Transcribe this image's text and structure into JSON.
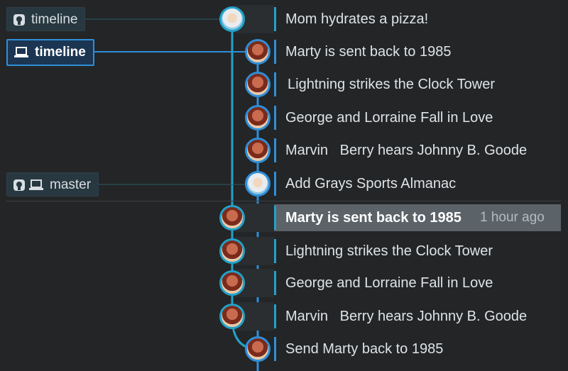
{
  "branches": [
    {
      "label": "timeline",
      "icons": [
        "github-icon"
      ],
      "state": "remote"
    },
    {
      "label": "timeline",
      "icons": [
        "laptop-icon"
      ],
      "state": "local-active"
    },
    {
      "label": "master",
      "icons": [
        "github-icon",
        "laptop-icon"
      ],
      "state": "local-and-remote"
    }
  ],
  "commits": [
    {
      "message": "Mom hydrates a pizza!",
      "avatar": "doc-avatar-icon",
      "lane": 0
    },
    {
      "message": "Marty is sent back to 1985",
      "avatar": "marty-avatar-icon",
      "lane": 1
    },
    {
      "message": "Lightning strikes the Clock Tower",
      "avatar": "marty-avatar-icon",
      "lane": 1
    },
    {
      "message": "George and Lorraine Fall in Love",
      "avatar": "marty-avatar-icon",
      "lane": 1
    },
    {
      "message": "Marvin   Berry hears Johnny B. Goode",
      "avatar": "marty-avatar-icon",
      "lane": 1
    },
    {
      "message": "Add Grays Sports Almanac",
      "avatar": "doc-avatar-icon",
      "lane": 1
    },
    {
      "message": "Marty is sent back to 1985",
      "avatar": "marty-avatar-icon",
      "lane": 0,
      "selected": true,
      "time": "1 hour ago"
    },
    {
      "message": "Lightning strikes the Clock Tower",
      "avatar": "marty-avatar-icon",
      "lane": 0
    },
    {
      "message": "George and Lorraine Fall in Love",
      "avatar": "marty-avatar-icon",
      "lane": 0
    },
    {
      "message": "Marvin   Berry hears Johnny B. Goode",
      "avatar": "marty-avatar-icon",
      "lane": 0
    },
    {
      "message": "Send Marty back to 1985",
      "avatar": "marty-avatar-icon",
      "lane": 1
    }
  ],
  "colors": {
    "background": "#232527",
    "lane_teal": "#23a2c9",
    "lane_blue": "#2f8fd8",
    "selected_row": "#5b6368"
  }
}
